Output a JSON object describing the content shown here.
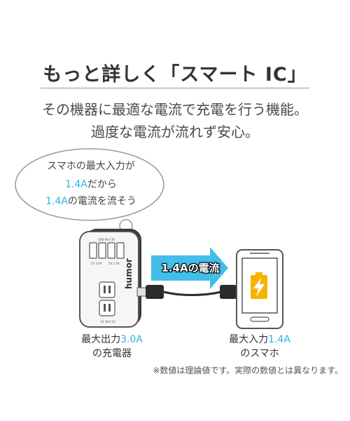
{
  "header": {
    "title": "もっと詳しく「スマート IC」",
    "lead_line1": "その機器に最適な電流で充電を行う機能。",
    "lead_line2": "過度な電流が流れず安心。"
  },
  "bubble": {
    "line1": "スマホの最大入力が",
    "line2_value": "1.4A",
    "line2_rest": "だから",
    "line3_value": "1.4A",
    "line3_rest": "の電流を流そう"
  },
  "charger": {
    "brand": "humor",
    "usb_label": "USB Port 3B",
    "ac_label": "AC Port 02",
    "port_label_a": "5V 3.0A",
    "port_label_b": "5V 2.4A"
  },
  "arrow": {
    "label": "1.4Aの電流"
  },
  "captions": {
    "charger_prefix": "最大出力",
    "charger_value": "3.0A",
    "charger_line2": "の充電器",
    "phone_prefix": "最大入力",
    "phone_value": "1.4A",
    "phone_line2": "のスマホ"
  },
  "note": "※数値は理論値です。実際の数値とは異なります。",
  "colors": {
    "accent": "#2ab6e6",
    "arrow": "#33b8e8",
    "battery": "#f5b300"
  }
}
